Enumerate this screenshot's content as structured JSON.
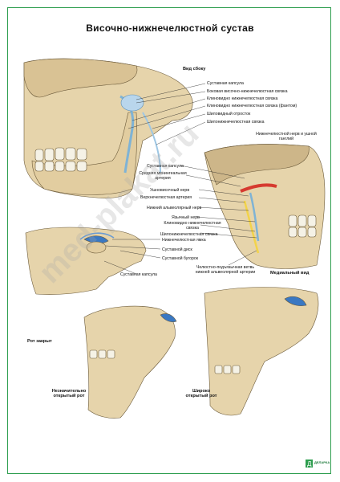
{
  "title": "Височно-нижнечелюстной сустав",
  "view_labels": {
    "side": "Вид сбоку",
    "medial": "Медиальный вид",
    "closed": "Рот закрыт",
    "slightly_open": "Незначительно открытый рот",
    "wide_open": "Широко открытый рот"
  },
  "side_view_labels": [
    "Суставная капсула",
    "Боковая височно-нижнечелюстная связка",
    "Клиновидно нижнечелюстная связка",
    "Клиновидно нижнечелюстная связка (фантом)",
    "Шиловидный отросток",
    "Шилонижнечелюстная связка"
  ],
  "medial_view_labels": {
    "nerve_ganglion": "Нижнечелюстной нерв и ушной ганглий",
    "capsule": "Суставная капсула",
    "meningeal_artery": "Средняя менингеальная артерия",
    "auriculotemporal_nerve": "Ушновисочный нерв",
    "maxillary_artery": "Верхнечелюстная артерия",
    "inferior_alveolar_nerve": "Нижний альвеолярный нерв",
    "lingual_nerve": "Язычный нерв",
    "sphenomandibular_ligament": "Клиновидно нижнечелюстная связка",
    "stylomandibular_ligament": "Шилонижнечелюстная связка",
    "mylohyoid_branch": "Челюстно-подъязычная ветвь нижней альвеолярной артерии"
  },
  "closed_view_labels": {
    "mandibular_fossa": "Нижнечелюстная ямка",
    "articular_disc": "Суставной диск",
    "articular_tubercle": "Суставной бугорок",
    "capsule": "Суставная капсула"
  },
  "watermark": "med-plakat.ru",
  "logo": "ДЕЛАРКА",
  "colors": {
    "frame": "#2e9e4f",
    "bone": "#e8d9b5",
    "bone_shadow": "#b8a27a",
    "tooth": "#f5f2e6",
    "ligament": "#7fb3d5",
    "disc": "#3a78c2",
    "artery": "#d63a2f",
    "nerve": "#f2d34a"
  }
}
